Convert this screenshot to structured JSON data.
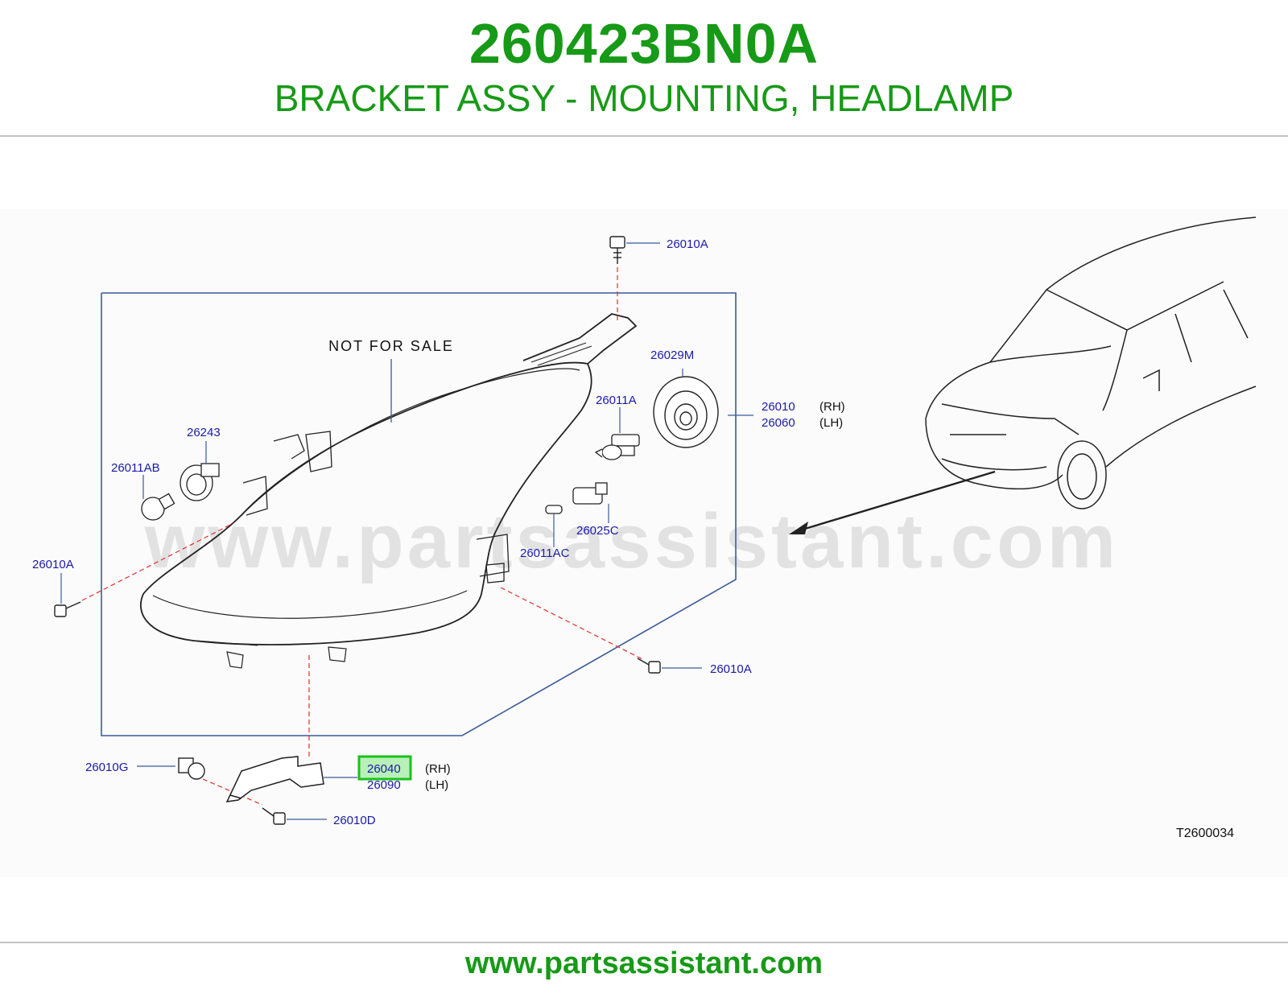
{
  "header": {
    "part_number": "260423BN0A",
    "description": "BRACKET ASSY - MOUNTING, HEADLAMP"
  },
  "diagram": {
    "watermark": "www.partsassistant.com",
    "note": "NOT FOR SALE",
    "code": "T2600034",
    "labels": {
      "bolt_top": "26010A",
      "socket_large": "26029M",
      "headlamp_rh": "26010",
      "headlamp_rh_side": "(RH)",
      "headlamp_lh": "26060",
      "headlamp_lh_side": "(LH)",
      "bulb_h4": "26011A",
      "socket_26243": "26243",
      "bulb_26011ab": "26011AB",
      "bolt_left": "26010A",
      "socket_26025c": "26025C",
      "bulb_26011ac": "26011AC",
      "bolt_right": "26010A",
      "grommet": "26010G",
      "bracket_rh": "26040",
      "bracket_rh_side": "(RH)",
      "bracket_lh": "26090",
      "bracket_lh_side": "(LH)",
      "bolt_bottom": "26010D"
    },
    "highlight_color": "#19c219",
    "label_color": "#1a1aa8",
    "line_color": "#3b5b9b",
    "dash_color": "#e0302c"
  },
  "footer": {
    "url": "www.partsassistant.com"
  }
}
